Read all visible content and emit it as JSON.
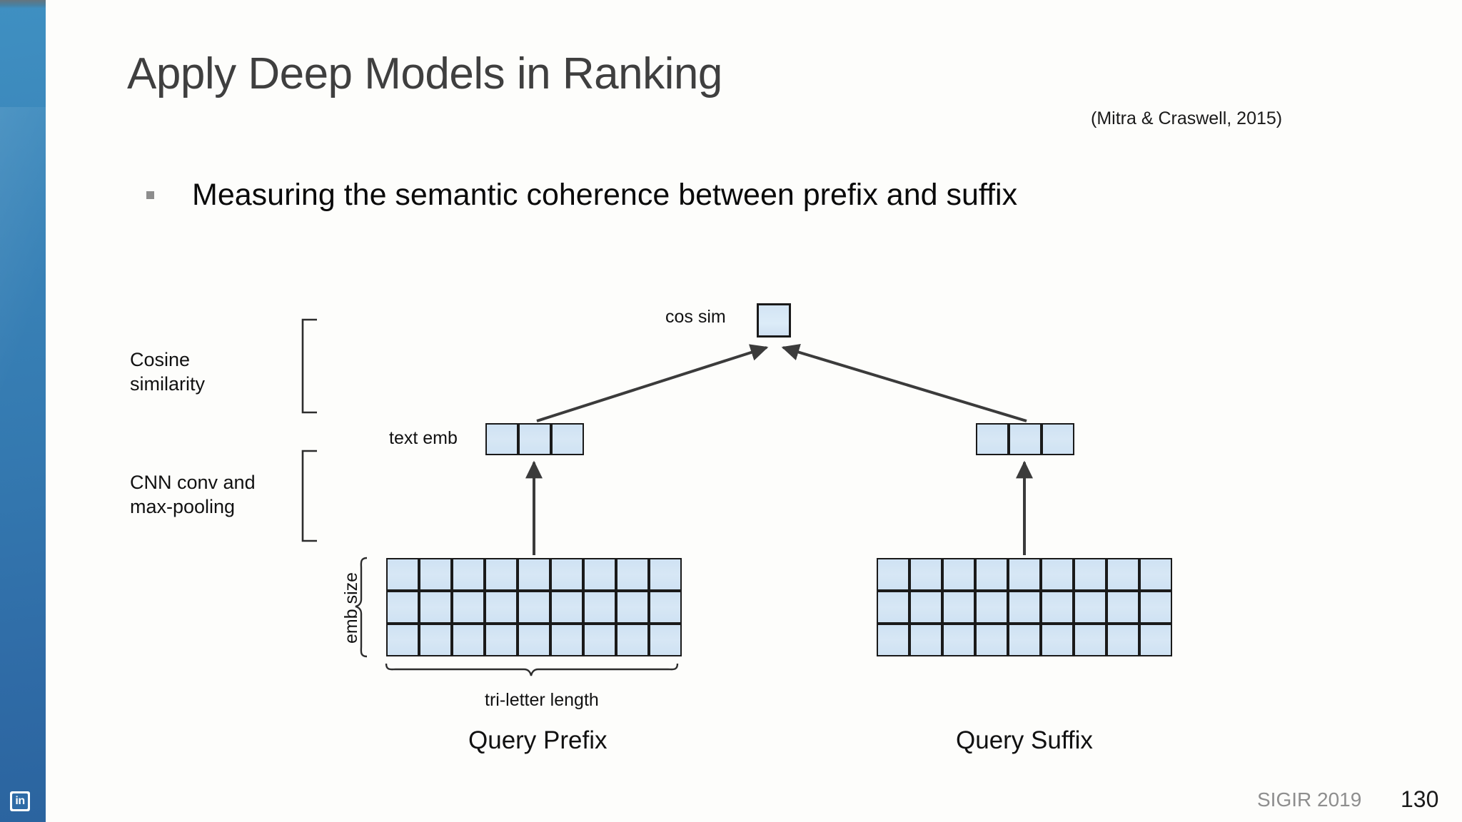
{
  "slide": {
    "title": "Apply Deep Models in Ranking",
    "citation": "(Mitra & Craswell, 2015)",
    "bullet": "Measuring the semantic coherence between prefix and suffix"
  },
  "sidebar": {
    "logo_text": "in",
    "logo_name": "linkedin-logo"
  },
  "diagram": {
    "cos_sim_label": "cos sim",
    "text_emb_label": "text emb",
    "stage_labels": [
      {
        "line1": "Cosine",
        "line2": "similarity"
      },
      {
        "line1": "CNN conv and",
        "line2": "max-pooling"
      }
    ],
    "emb_size_label": "emb size",
    "tri_letter_label": "tri-letter length",
    "left_column_label": "Query Prefix",
    "right_column_label": "Query Suffix",
    "grid": {
      "rows": 3,
      "cols": 9
    },
    "text_emb_cells": 3,
    "colors": {
      "cell_fill": "#cfe2f3",
      "cell_border": "#1a1a1a",
      "arrow": "#3b3b3b",
      "accent_band": "#3479b0"
    }
  },
  "footer": {
    "conference": "SIGIR 2019",
    "page_number": "130"
  }
}
